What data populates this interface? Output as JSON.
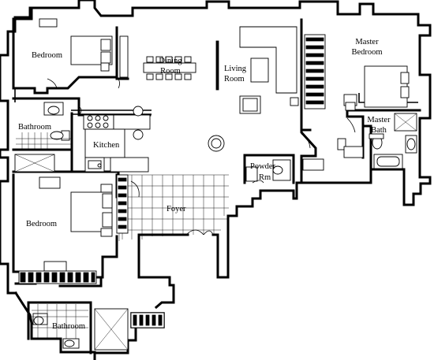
{
  "rooms": {
    "bedroom_top": "Bedroom",
    "dining": [
      "Dining",
      "Room"
    ],
    "living": [
      "Living",
      "Room"
    ],
    "master_bedroom": [
      "Master",
      "Bedroom"
    ],
    "bathroom_top": "Bathroom",
    "master_bath": [
      "Master",
      "Bath"
    ],
    "kitchen": "Kitchen",
    "powder": [
      "Powder",
      "Rm"
    ],
    "foyer": "Foyer",
    "bedroom_bottom": "Bedroom",
    "bathroom_bottom": "Bathroom"
  }
}
